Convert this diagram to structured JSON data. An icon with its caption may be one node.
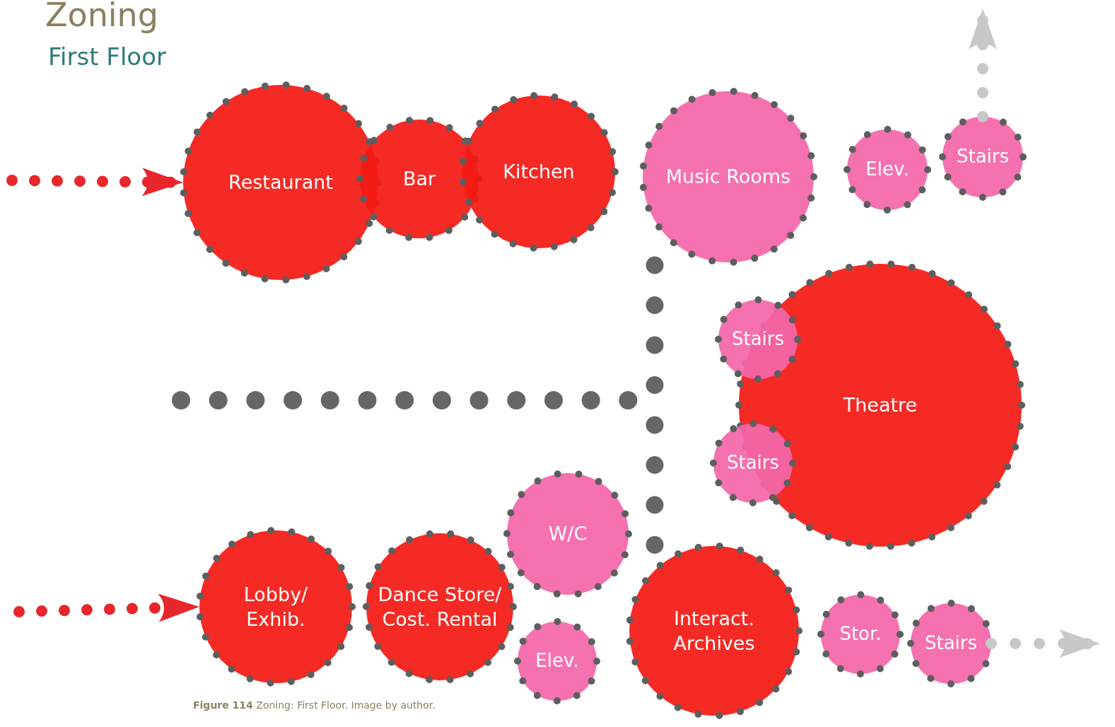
{
  "diagram": {
    "title": "Zoning",
    "caption": "**Figure 114** Zoning: First Floor. Image by author.",
    "nodes": [
      {
        "text": [
          "Restaurant"
        ]
      },
      {
        "text": [
          "Bar"
        ]
      },
      {
        "text": [
          "Kitchen"
        ]
      },
      {
        "text": [
          "Music Rooms"
        ]
      },
      {
        "text": [
          "Elev."
        ]
      },
      {
        "text": [
          "Stairs"
        ]
      },
      {
        "text": [
          "Theatre"
        ]
      },
      {
        "text": [
          "Stairs"
        ]
      },
      {
        "text": [
          "Stairs"
        ]
      },
      {
        "text": [
          "W/C"
        ]
      },
      {
        "text": [
          "Lobby/ Exhib."
        ]
      },
      {
        "text": [
          "Dance Store/ Cost. Rental"
        ]
      },
      {
        "text": [
          "Elev."
        ]
      },
      {
        "text": [
          "Interact. Archives"
        ]
      },
      {
        "text": [
          "Stor."
        ]
      },
      {
        "text": [
          "Stairs"
        ]
      }
    ],
    "edges": [
      {
        "from": null,
        "to": 0,
        "arrow": "to",
        "color": "#e8262b"
      },
      {
        "from": null,
        "to": 10,
        "arrow": "to",
        "color": "#e8262b"
      },
      {
        "from": 5,
        "to": null,
        "arrow": "to",
        "color": "#c8c8c8"
      },
      {
        "from": 15,
        "to": null,
        "arrow": "to",
        "color": "#c8c8c8"
      }
    ],
    "labels": [
      "First Floor"
    ]
  }
}
